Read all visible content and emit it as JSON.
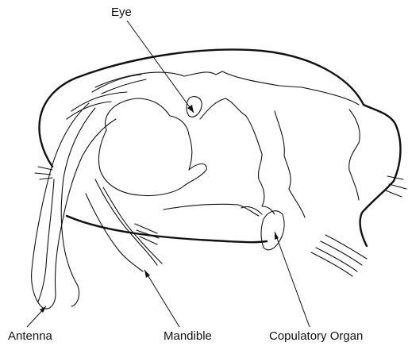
{
  "labels": {
    "eye": "Eye",
    "antenna": "Antenna",
    "mandible": "Mandible",
    "copulatory_organ": "Copulatory Organ"
  },
  "colors": {
    "ink": "#111111",
    "background": "#ffffff"
  }
}
